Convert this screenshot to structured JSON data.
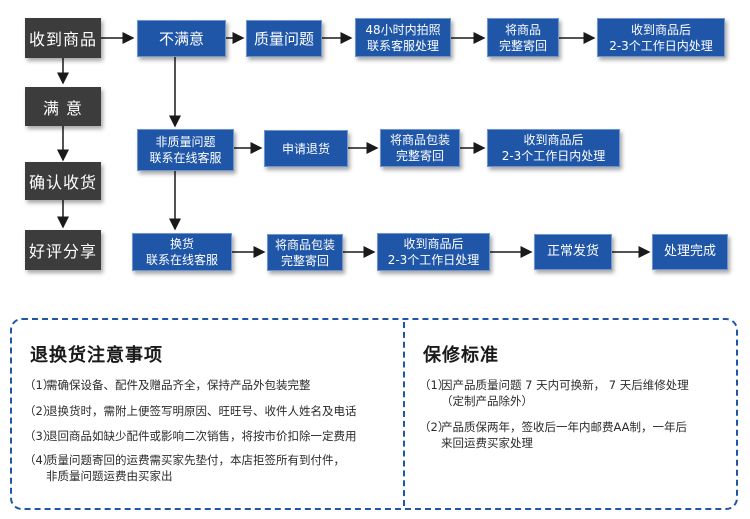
{
  "colors": {
    "node_gray": "#3c3c3c",
    "node_blue": "#1f56a8",
    "panel_border": "#1f56a8"
  },
  "left_steps": [
    "收到商品",
    "满 意",
    "确认收货",
    "好评分享"
  ],
  "flow_main": [
    "不满意",
    "质量问题",
    "48小时内拍照\n联系客服处理",
    "将商品\n完整寄回",
    "收到商品后\n2-3个工作日内处理"
  ],
  "flow_non_quality": [
    "非质量问题\n联系在线客服",
    "申请退货",
    "将商品包装\n完整寄回",
    "收到商品后\n2-3个工作日内处理"
  ],
  "flow_exchange": [
    "换货\n联系在线客服",
    "将商品包装\n完整寄回",
    "收到商品后\n2-3个工作日处理",
    "正常发货",
    "处理完成"
  ],
  "return_notes": {
    "title": "退换货注意事项",
    "items": [
      {
        "num": "（1）",
        "text": "需确保设备、配件及赠品齐全，保持产品外包装完整"
      },
      {
        "num": "（2）",
        "text": "退换货时，需附上便签写明原因、旺旺号、收件人姓名及电话"
      },
      {
        "num": "（3）",
        "text": "退回商品如缺少配件或影响二次销售，将按市价扣除一定费用"
      },
      {
        "num": "（4）",
        "text": "质量问题寄回的运费需买家先垫付，本店拒签所有到付件，\n非质量问题运费由买家出"
      }
    ]
  },
  "warranty": {
    "title": "保修标准",
    "items": [
      {
        "num": "（1）",
        "text": "因产品质量问题 7 天内可换新， 7 天后维修处理\n（定制产品除外）"
      },
      {
        "num": "（2）",
        "text": "产品质保两年，签收后一年内邮费AA制，一年后\n来回运费买家处理"
      }
    ]
  }
}
